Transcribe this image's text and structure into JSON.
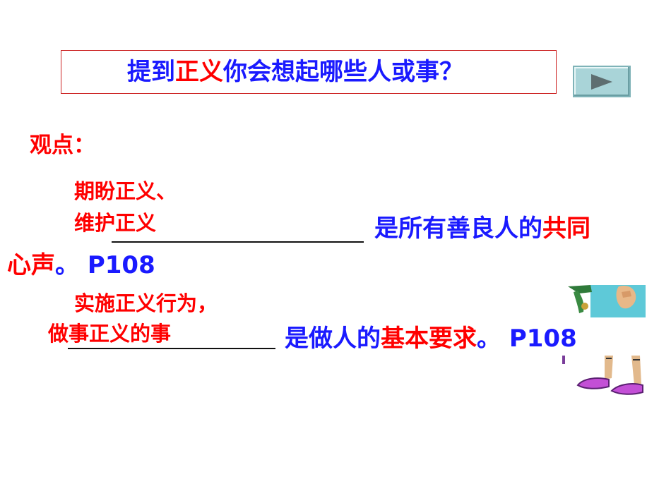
{
  "title": {
    "part1": "提到",
    "part2": "正义",
    "part3": "你会想起哪些人或事？"
  },
  "nav": {
    "next_icon": "play-triangle-icon"
  },
  "viewpoint_label": "观点：",
  "item1": {
    "answer_line1": "期盼正义、",
    "answer_line2": "维护正义",
    "text_a": "是所有善良人的",
    "text_b": "共同",
    "text_c": "心声",
    "text_d": "。 P108"
  },
  "item2": {
    "answer_line1": "实施正义行为，",
    "answer_line2": "做事正义的事",
    "text_a": "是做人的",
    "text_b": "基本要求",
    "text_c": "。 P108"
  },
  "colors": {
    "blue": "#1a1aff",
    "red": "#ff0000",
    "button_face": "#a9d4d8",
    "title_border": "#cc2222"
  }
}
